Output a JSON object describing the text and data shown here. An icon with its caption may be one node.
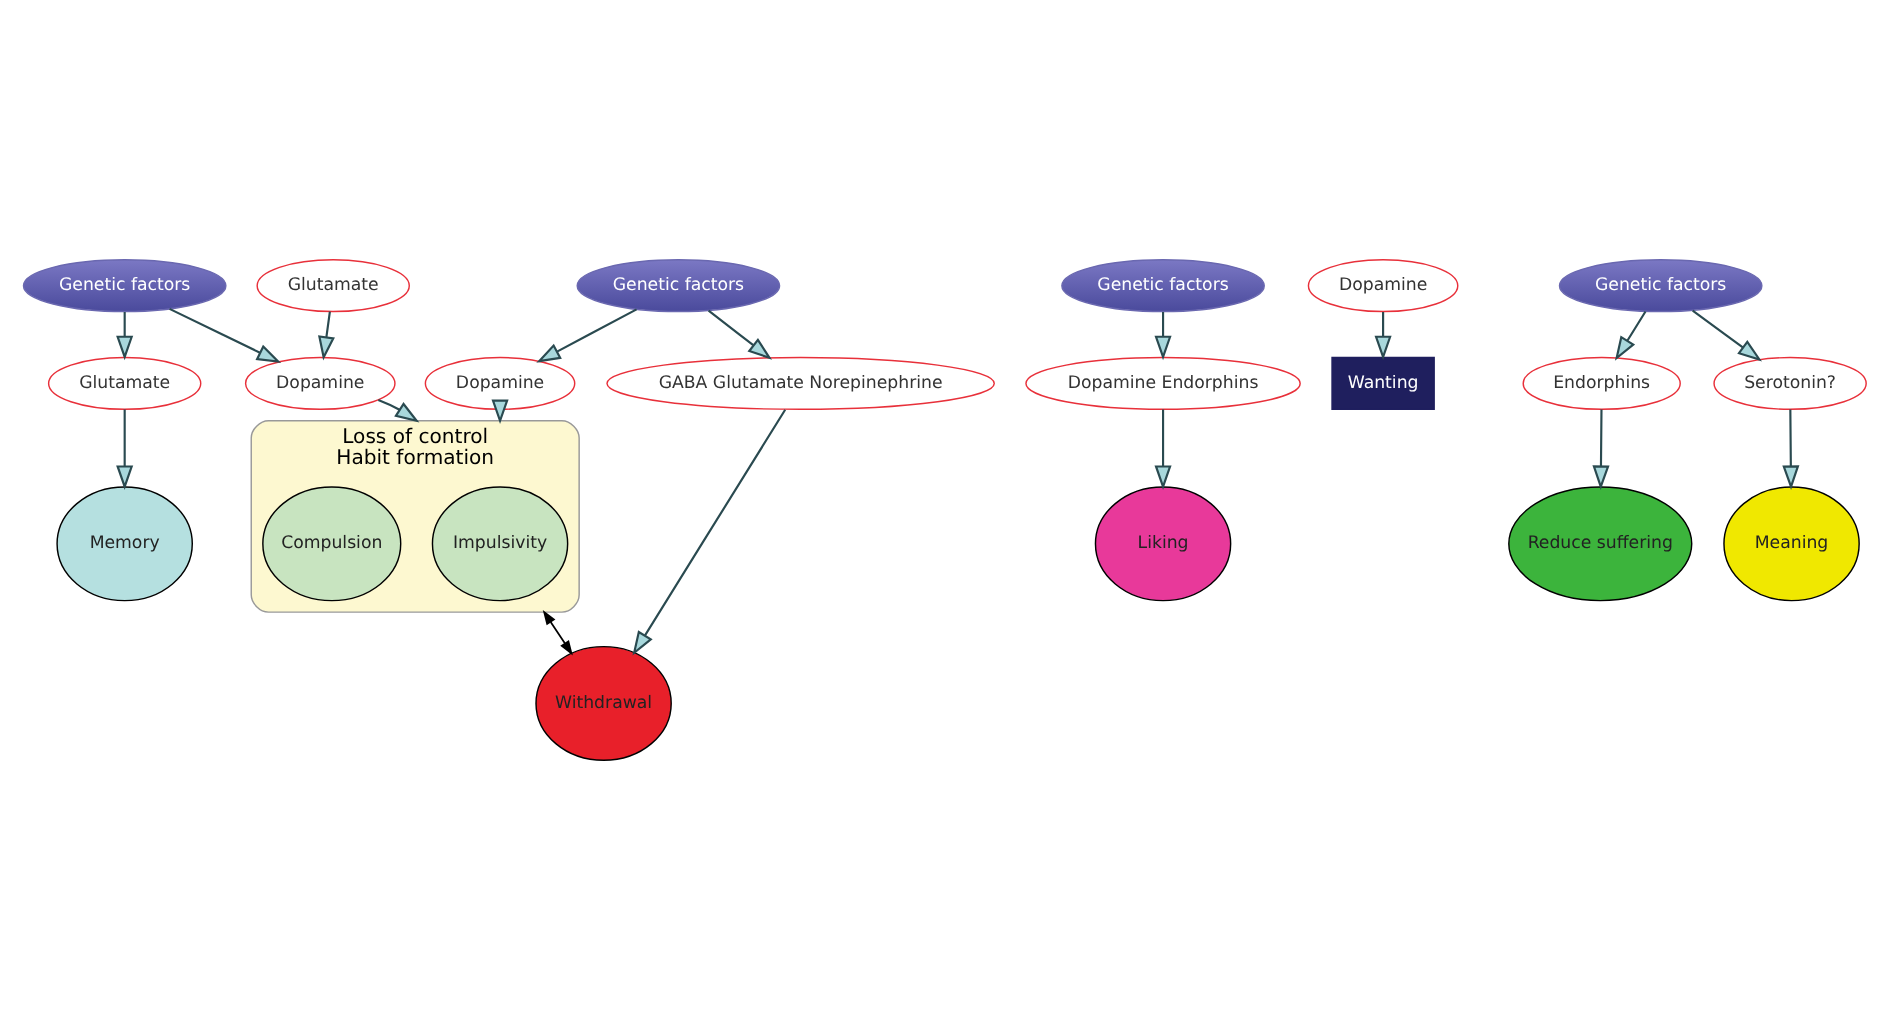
{
  "diagram": {
    "nodes": [
      {
        "text": [
          "Genetic factors"
        ]
      },
      {
        "text": [
          "Dopamine"
        ]
      },
      {
        "text": [
          "Glutamate"
        ]
      },
      {
        "text": [
          "Dopamine Endorphins"
        ]
      },
      {
        "text": [
          "Genetic factors"
        ]
      },
      {
        "text": [
          "Glutamate"
        ]
      },
      {
        "text": [
          "Loss of control",
          "Habit formation"
        ]
      },
      {
        "text": [
          "Impulsivity"
        ],
        "in": 6
      },
      {
        "text": [
          "Compulsion"
        ],
        "in": 6
      },
      {
        "text": [
          "Liking"
        ]
      },
      {
        "text": [
          "Memory"
        ]
      },
      {
        "text": [
          "Wanting"
        ]
      },
      {
        "text": [
          "Reduce suffering"
        ]
      },
      {
        "text": [
          "Meaning"
        ]
      },
      {
        "text": [
          "Genetic factors"
        ]
      },
      {
        "text": [
          "Dopamine"
        ]
      },
      {
        "text": [
          "Dopamine"
        ]
      },
      {
        "text": [
          "Endorphins"
        ]
      },
      {
        "text": [
          "Serotonin?"
        ]
      },
      {
        "text": [
          "GABA Glutamate Norepinephrine"
        ]
      },
      {
        "text": [
          "Withdrawal"
        ]
      },
      {
        "text": [
          "Genetic factors"
        ]
      }
    ],
    "edges": [
      {
        "from": 0,
        "to": 1,
        "arrow": "to"
      },
      {
        "from": 0,
        "to": 5,
        "arrow": "to"
      },
      {
        "from": 2,
        "to": 1,
        "arrow": "to"
      },
      {
        "from": 1,
        "to": 6,
        "arrow": "to"
      },
      {
        "from": 4,
        "to": 3,
        "arrow": "to"
      },
      {
        "from": 3,
        "to": 9,
        "arrow": "to"
      },
      {
        "from": 5,
        "to": 10,
        "arrow": "to"
      },
      {
        "from": 15,
        "to": 11,
        "arrow": "to"
      },
      {
        "from": 14,
        "to": 16,
        "arrow": "to"
      },
      {
        "from": 14,
        "to": 19,
        "arrow": "to"
      },
      {
        "from": 16,
        "to": 6,
        "arrow": "to"
      },
      {
        "from": 19,
        "to": 20,
        "arrow": "to"
      },
      {
        "from": 6,
        "to": 20,
        "arrow": "both",
        "color": "#000000"
      },
      {
        "from": 17,
        "to": 12,
        "arrow": "to"
      },
      {
        "from": 18,
        "to": 13,
        "arrow": "to"
      },
      {
        "from": 21,
        "to": 17,
        "arrow": "to"
      },
      {
        "from": 21,
        "to": 18,
        "arrow": "to"
      }
    ]
  }
}
